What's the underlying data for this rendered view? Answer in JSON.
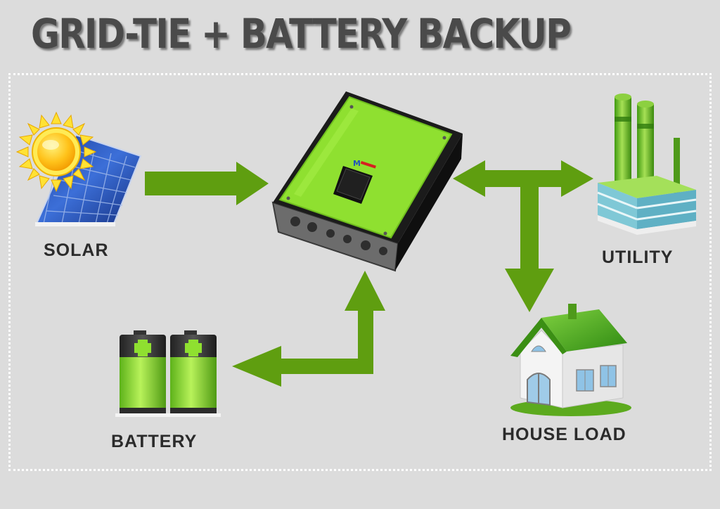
{
  "title": "GRID-TIE + BATTERY BACKUP",
  "nodes": {
    "solar": {
      "label": "SOLAR",
      "icon": "solar-panel-icon"
    },
    "utility": {
      "label": "UTILITY",
      "icon": "factory-icon"
    },
    "house": {
      "label": "HOUSE LOAD",
      "icon": "house-icon"
    },
    "battery": {
      "label": "BATTERY",
      "icon": "battery-icon"
    },
    "inverter": {
      "icon": "inverter-icon"
    }
  },
  "colors": {
    "background": "#dcdcdc",
    "arrow": "#5f9e10",
    "inverter_body": "#8fe030",
    "title": "#4a4a4a",
    "label": "#2b2b2b"
  }
}
